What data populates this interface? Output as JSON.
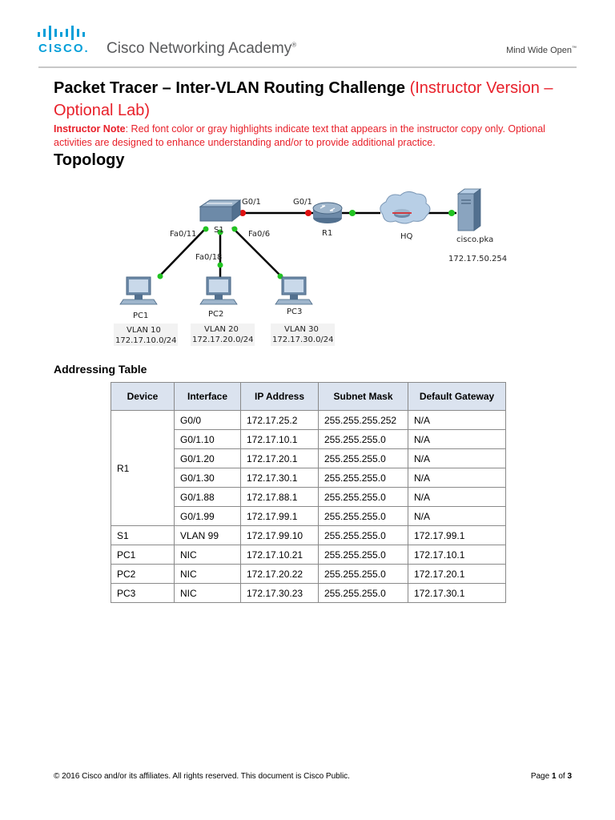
{
  "header": {
    "logo_text": "CISCO",
    "logo_dot": ".",
    "academy": "Cisco Networking Academy",
    "trademark": "®",
    "tagline": "Mind Wide Open",
    "tagline_tm": "™"
  },
  "title": {
    "main": "Packet Tracer – Inter-VLAN Routing Challenge",
    "sub": "(Instructor Version – Optional Lab)"
  },
  "note": {
    "label": "Instructor Note",
    "text": ": Red font color or gray highlights indicate text that appears in the instructor copy only. Optional activities are designed to enhance understanding and/or to provide additional practice."
  },
  "topology": {
    "heading": "Topology",
    "labels": {
      "s1_g01": "G0/1",
      "r1_g01": "G0/1",
      "fa011": "Fa0/11",
      "s1": "S1",
      "fa06": "Fa0/6",
      "fa018": "Fa0/18",
      "r1": "R1",
      "hq": "HQ",
      "server": "cisco.pka",
      "server_ip": "172.17.50.254",
      "pc1": "PC1",
      "pc2": "PC2",
      "pc3": "PC3",
      "vlan10": "VLAN 10",
      "vlan10_net": "172.17.10.0/24",
      "vlan20": "VLAN 20",
      "vlan20_net": "172.17.20.0/24",
      "vlan30": "VLAN 30",
      "vlan30_net": "172.17.30.0/24"
    }
  },
  "addressing": {
    "heading": "Addressing Table",
    "columns": [
      "Device",
      "Interface",
      "IP Address",
      "Subnet Mask",
      "Default Gateway"
    ],
    "r1": {
      "device": "R1",
      "rows": [
        [
          "G0/0",
          "172.17.25.2",
          "255.255.255.252",
          "N/A"
        ],
        [
          "G0/1.10",
          "172.17.10.1",
          "255.255.255.0",
          "N/A"
        ],
        [
          "G0/1.20",
          "172.17.20.1",
          "255.255.255.0",
          "N/A"
        ],
        [
          "G0/1.30",
          "172.17.30.1",
          "255.255.255.0",
          "N/A"
        ],
        [
          "G0/1.88",
          "172.17.88.1",
          "255.255.255.0",
          "N/A"
        ],
        [
          "G0/1.99",
          "172.17.99.1",
          "255.255.255.0",
          "N/A"
        ]
      ]
    },
    "others": [
      [
        "S1",
        "VLAN 99",
        "172.17.99.10",
        "255.255.255.0",
        "172.17.99.1"
      ],
      [
        "PC1",
        "NIC",
        "172.17.10.21",
        "255.255.255.0",
        "172.17.10.1"
      ],
      [
        "PC2",
        "NIC",
        "172.17.20.22",
        "255.255.255.0",
        "172.17.20.1"
      ],
      [
        "PC3",
        "NIC",
        "172.17.30.23",
        "255.255.255.0",
        "172.17.30.1"
      ]
    ]
  },
  "footer": {
    "copyright": "© 2016 Cisco and/or its affiliates. All rights reserved. This document is Cisco Public.",
    "page_word": "Page",
    "page_num": "1",
    "of_word": "of",
    "page_total": "3"
  },
  "colors": {
    "cisco_blue": "#049fd9",
    "instructor_red": "#e8202a",
    "header_fill": "#dbe3ef"
  }
}
